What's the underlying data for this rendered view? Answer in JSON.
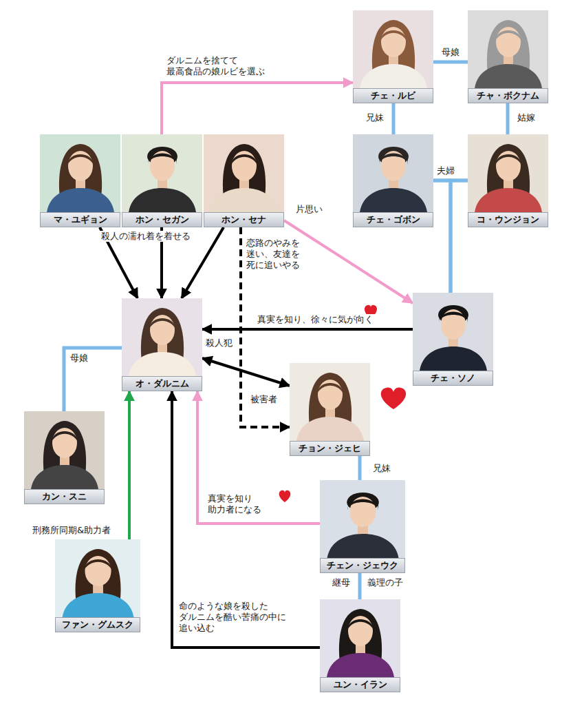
{
  "diagram": {
    "nodes": [
      {
        "text": [
          "チェ・ルビ"
        ]
      },
      {
        "text": [
          "チャ・ボクナム"
        ]
      },
      {
        "text": [
          "マ・ユギョン"
        ]
      },
      {
        "text": [
          "ホン・セガン"
        ]
      },
      {
        "text": [
          "ホン・セナ"
        ]
      },
      {
        "text": [
          "チェ・ゴボン"
        ]
      },
      {
        "text": [
          "コ・ウンジョン"
        ]
      },
      {
        "text": [
          "チェ・ソノ"
        ]
      },
      {
        "text": [
          "オ・ダルニム"
        ]
      },
      {
        "text": [
          "チョン・ジェヒ"
        ]
      },
      {
        "text": [
          "カン・スニ"
        ]
      },
      {
        "text": [
          "チェン・ジェウク"
        ]
      },
      {
        "text": [
          "ファン・グムスク"
        ]
      },
      {
        "text": [
          "ユン・イラン"
        ]
      }
    ],
    "edges": [
      {
        "from": 3,
        "to": 0,
        "arrow": "to",
        "label": "ダルニムを捨てて 最高食品の娘ルビを選ぶ"
      },
      {
        "from": 0,
        "to": 1,
        "arrow": "none",
        "label": "母娘"
      },
      {
        "from": 0,
        "to": 5,
        "arrow": "none",
        "label": "兄妹"
      },
      {
        "from": 1,
        "to": 6,
        "arrow": "none",
        "label": "姑嫁"
      },
      {
        "from": 5,
        "to": 6,
        "arrow": "none",
        "label": "夫婦"
      },
      {
        "from": 5,
        "to": 7,
        "arrow": "none"
      },
      {
        "from": 6,
        "to": 7,
        "arrow": "none"
      },
      {
        "from": 4,
        "to": 7,
        "arrow": "to",
        "label": "片思い"
      },
      {
        "from": 2,
        "to": 8,
        "arrow": "to"
      },
      {
        "from": 3,
        "to": 8,
        "arrow": "to",
        "label": "殺人の濡れ着を着せる"
      },
      {
        "from": 4,
        "to": 8,
        "arrow": "to"
      },
      {
        "from": 4,
        "to": 9,
        "arrow": "to",
        "label": "恋路のやみを 迷い、友達を 死に追いやる"
      },
      {
        "from": 7,
        "to": 8,
        "arrow": "to",
        "label": "真実を知り、徐々に気が向く"
      },
      {
        "from": 8,
        "to": 9,
        "arrow": "both"
      },
      {
        "from": 10,
        "to": 8,
        "arrow": "none",
        "label": "母娘"
      },
      {
        "from": 9,
        "to": 11,
        "arrow": "none",
        "label": "兄妹"
      },
      {
        "from": 11,
        "to": 13,
        "arrow": "none"
      },
      {
        "from": 12,
        "to": 8,
        "arrow": "to",
        "label": "刑務所同期&助力者"
      },
      {
        "from": 11,
        "to": 8,
        "arrow": "to",
        "label": "真実を知り 助力者になる"
      },
      {
        "from": 13,
        "to": 8,
        "arrow": "to",
        "label": "命のような娘を殺した ダルニムを酷い苦痛の中に 追い込む"
      }
    ],
    "labels": [
      "殺人犯",
      "被害者",
      "継母",
      "義理の子"
    ]
  }
}
